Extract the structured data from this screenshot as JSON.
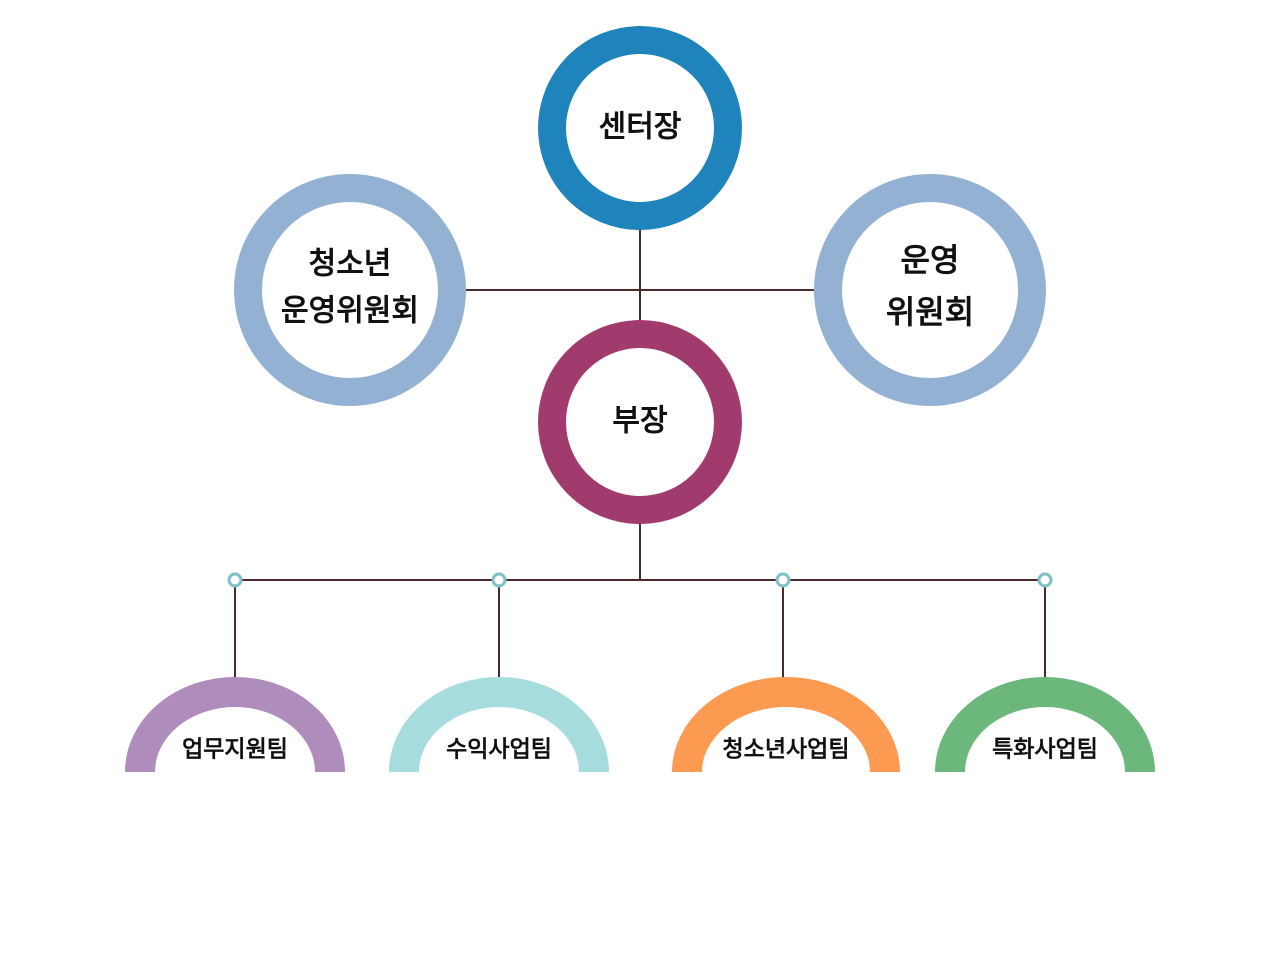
{
  "colors": {
    "line": "#4a2a2a",
    "director": "#1f84bb",
    "committee": "#93b2d3",
    "deputy": "#a13b6d",
    "connector_dot": "#7fc1c4",
    "team_admin": "#ae8cbb",
    "team_profit": "#a6dcde",
    "team_youth": "#fd9a52",
    "team_special": "#6cb87c"
  },
  "nodes": {
    "director": {
      "label": "센터장"
    },
    "youth_committee": {
      "line1": "청소년",
      "line2": "운영위원회"
    },
    "ops_committee": {
      "line1": "운영",
      "line2": "위원회"
    },
    "deputy": {
      "label": "부장"
    }
  },
  "teams": [
    {
      "label": "업무지원팀",
      "color": "#ae8cbb"
    },
    {
      "label": "수익사업팀",
      "color": "#a6dcde"
    },
    {
      "label": "청소년사업팀",
      "color": "#fd9a52"
    },
    {
      "label": "특화사업팀",
      "color": "#6cb87c"
    }
  ]
}
